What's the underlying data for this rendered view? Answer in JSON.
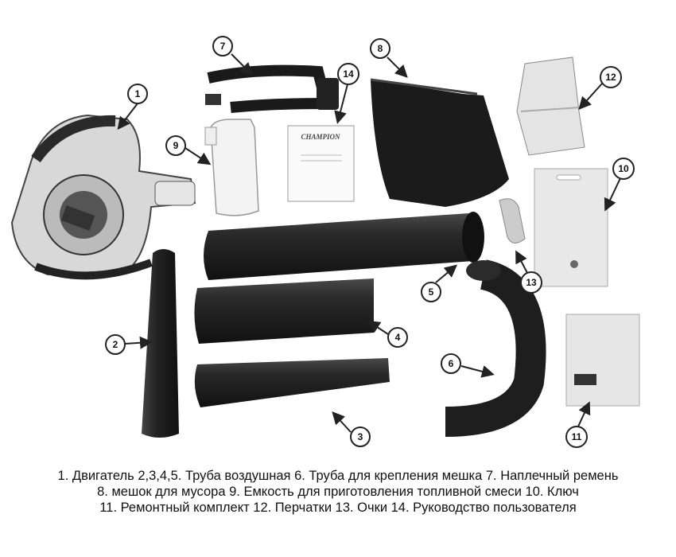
{
  "callouts": [
    "1",
    "2",
    "3",
    "4",
    "5",
    "6",
    "7",
    "8",
    "9",
    "10",
    "11",
    "12",
    "13",
    "14"
  ],
  "manual_logo": "CHAMPION",
  "caption": {
    "line1": "1. Двигатель 2,3,4,5. Труба воздушная 6. Труба для крепления мешка 7. Наплечный ремень",
    "line2": "8. мешок для мусора 9. Емкость для приготовления топливной смеси 10. Ключ",
    "line3": "11. Ремонтный комплект 12. Перчатки 13. Очки 14. Руководство пользователя"
  }
}
